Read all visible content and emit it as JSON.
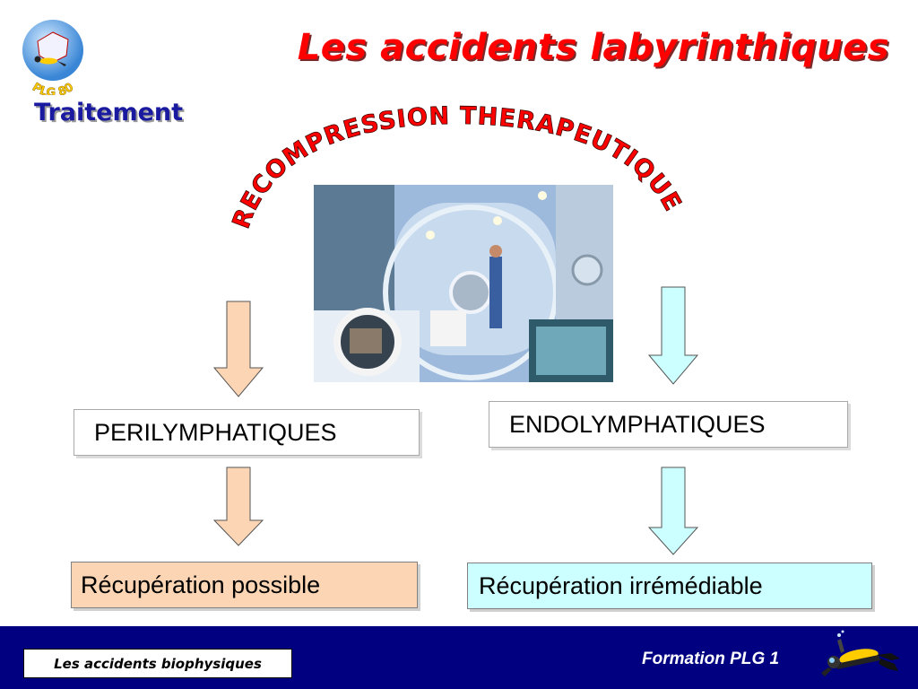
{
  "header": {
    "title": "Les accidents labyrinthiques",
    "subtitle": "Traitement",
    "logo_text": "PLG 80"
  },
  "diagram": {
    "arc_label": "RECOMPRESSION THERAPEUTIQUE",
    "left_branch": {
      "box_label": "PERILYMPHATIQUES",
      "result_label": "Récupération possible",
      "arrow_color": "#fcd5b4",
      "result_color": "#fcd5b4"
    },
    "right_branch": {
      "box_label": "ENDOLYMPHATIQUES",
      "result_label": "Récupération irrémédiable",
      "arrow_color": "#ccffff",
      "result_color": "#ccffff"
    },
    "photo": {
      "subject": "hyperbaric-chamber-photo"
    }
  },
  "footer": {
    "left_label": "Les accidents biophysiques",
    "right_label": "Formation PLG 1",
    "background_color": "#000080"
  },
  "colors": {
    "title": "#ff0000",
    "subtitle": "#1a1aa0",
    "arc_text": "#ff0000"
  }
}
